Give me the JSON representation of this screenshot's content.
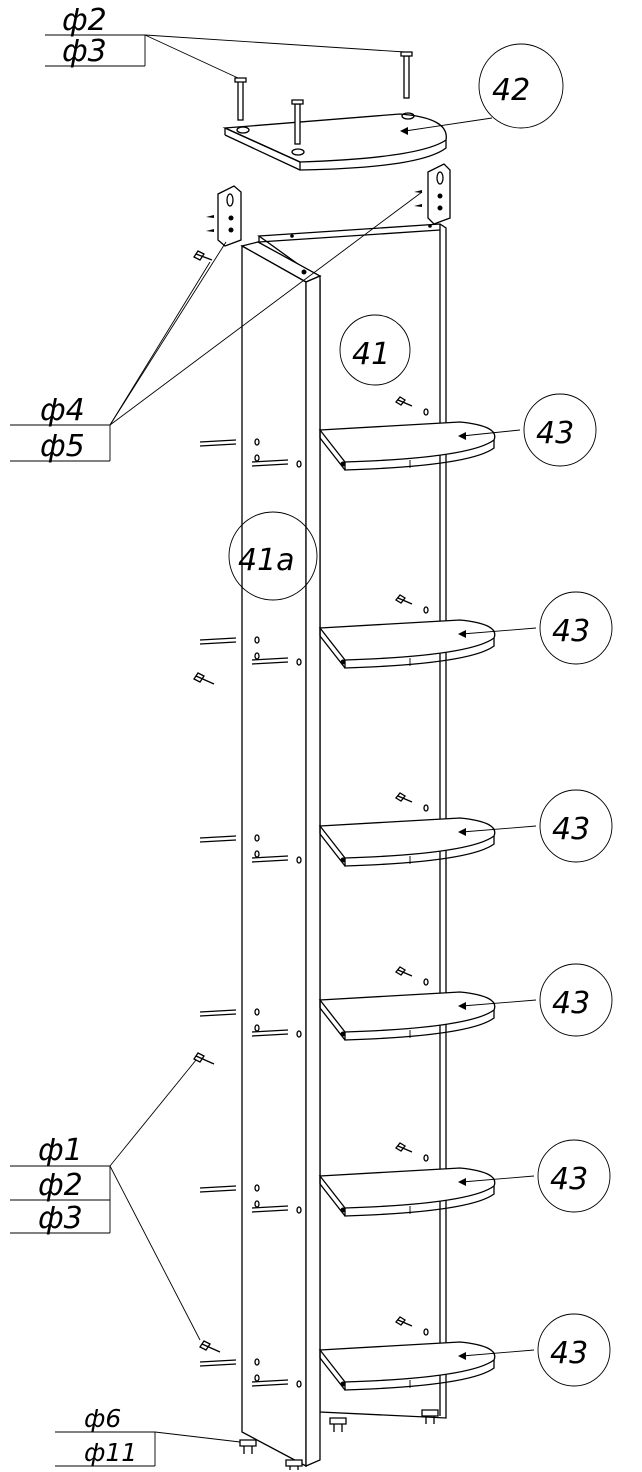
{
  "callouts": {
    "top_fittings": [
      "ф2",
      "ф3"
    ],
    "hinge_fittings": [
      "ф4",
      "ф5"
    ],
    "left_fittings": [
      "ф1",
      "ф2",
      "ф3"
    ],
    "feet_fittings": [
      "ф6",
      "ф11"
    ]
  },
  "parts": {
    "top_panel": "42",
    "back_panel": "41",
    "side_panel": "41а",
    "shelves": [
      "43",
      "43",
      "43",
      "43",
      "43",
      "43"
    ]
  }
}
